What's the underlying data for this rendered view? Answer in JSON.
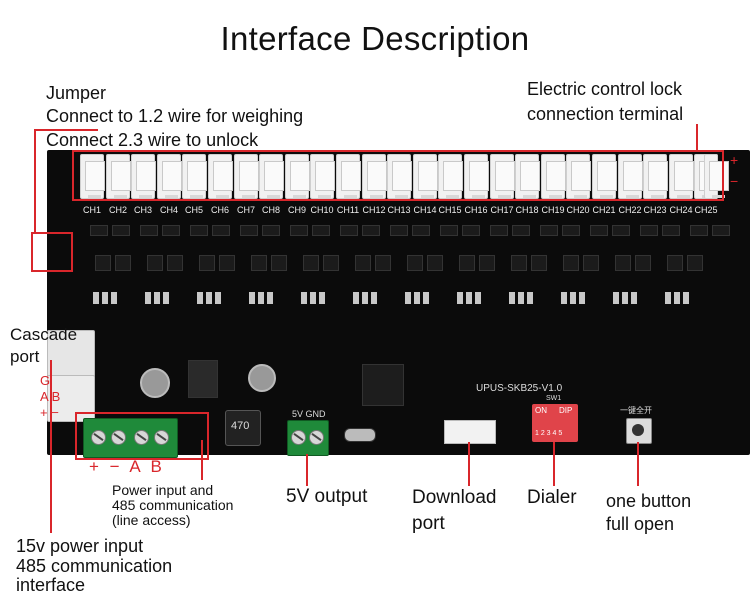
{
  "title": "Interface Description",
  "labels": {
    "jumper_line1": "Jumper",
    "jumper_line2": "Connect to 1.2 wire for weighing",
    "jumper_line3": "Connect 2.3 wire to unlock",
    "lock_line1": "Electric control lock",
    "lock_line2": "connection terminal",
    "cascade_line1": "Cascade",
    "cascade_line2": "port",
    "power_line1": "Power input and",
    "power_line2": "485 communication",
    "power_line3": "(line access)",
    "output_5v": "5V output",
    "download_line1": "Download",
    "download_line2": "port",
    "dialer": "Dialer",
    "onebutton_line1": "one button",
    "onebutton_line2": "full open",
    "input15_line1": "15v power input",
    "input15_line2": "485 communication",
    "input15_line3": "interface"
  },
  "markings": {
    "terminal_pm": "+ − A B",
    "port_g": "G",
    "port_ab": "A  B",
    "port_pm": "+  −",
    "plus": "+",
    "minus": "−",
    "board_name": "UPUS-SKB25-V1.0",
    "gnd_5v": "5V GND",
    "inductor": "470",
    "dip_on": "ON",
    "dip_label": "DIP",
    "dip_numbers": "1 2 3 4 5",
    "button_cn": "一键全开",
    "sw_label": "SW1"
  },
  "channels": [
    "CH1",
    "CH2",
    "CH3",
    "CH4",
    "CH5",
    "CH6",
    "CH7",
    "CH8",
    "CH9",
    "CH10",
    "CH11",
    "CH12",
    "CH13",
    "CH14",
    "CH15",
    "CH16",
    "CH17",
    "CH18",
    "CH19",
    "CH20",
    "CH21",
    "CH22",
    "CH23",
    "CH24",
    "CH25"
  ],
  "colors": {
    "annotation_red": "#d9262b",
    "board": "#0b0b0b",
    "terminal_green": "#1f8a3a",
    "dip_red": "#e0444a"
  }
}
